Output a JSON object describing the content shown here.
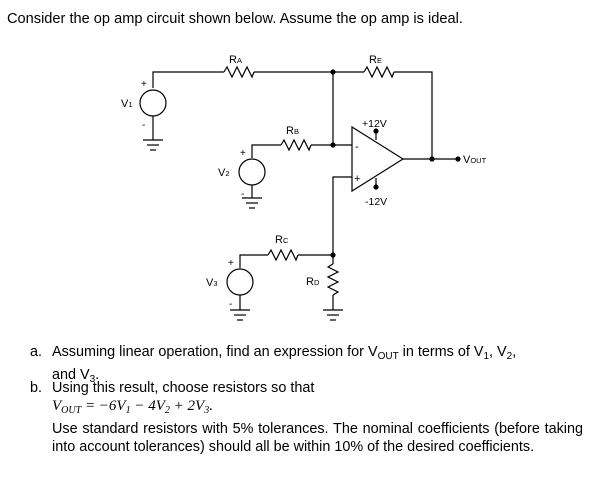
{
  "intro": "Consider the op amp circuit shown below.  Assume the op amp is ideal.",
  "circuit": {
    "resistors": {
      "ra": {
        "letter": "R",
        "sub": "A"
      },
      "re": {
        "letter": "R",
        "sub": "E"
      },
      "rb": {
        "letter": "R",
        "sub": "B"
      },
      "rc": {
        "letter": "R",
        "sub": "C"
      },
      "rd": {
        "letter": "R",
        "sub": "D"
      }
    },
    "sources": {
      "v1": {
        "letter": "V",
        "sub": "1"
      },
      "v2": {
        "letter": "V",
        "sub": "2"
      },
      "v3": {
        "letter": "V",
        "sub": "3"
      }
    },
    "opamp": {
      "pos_supply": "+12V",
      "neg_supply": "-12V",
      "inverting_sign": "-",
      "noninverting_sign": "+"
    },
    "output": {
      "letter": "V",
      "sub": "OUT"
    },
    "polarity_plus": "+",
    "polarity_minus": "-"
  },
  "questions": [
    {
      "marker": "a.",
      "text_1": "Assuming linear operation, find an expression for V",
      "text_1_sub": "OUT",
      "text_2": " in terms of V",
      "text_2_sub": "1",
      "text_3": ", V",
      "text_3_sub": "2",
      "text_4": ",",
      "line2_v": "and V",
      "line2_sub": "3",
      "line2_end": "."
    },
    {
      "marker": "b.",
      "line1": "Using this result, choose resistors so that",
      "eq_lhs": "V",
      "eq_lhs_sub": "OUT",
      "eq_rhs_1": " = −6V",
      "eq_rhs_1_sub": "1",
      "eq_rhs_2": " − 4V",
      "eq_rhs_2_sub": "2",
      "eq_rhs_3": " + 2V",
      "eq_rhs_3_sub": "3",
      "eq_end": ".",
      "para": "Use standard resistors with 5% tolerances.  The nominal coefficients (before taking into account tolerances) should all be within 10% of the desired coefficients."
    }
  ]
}
